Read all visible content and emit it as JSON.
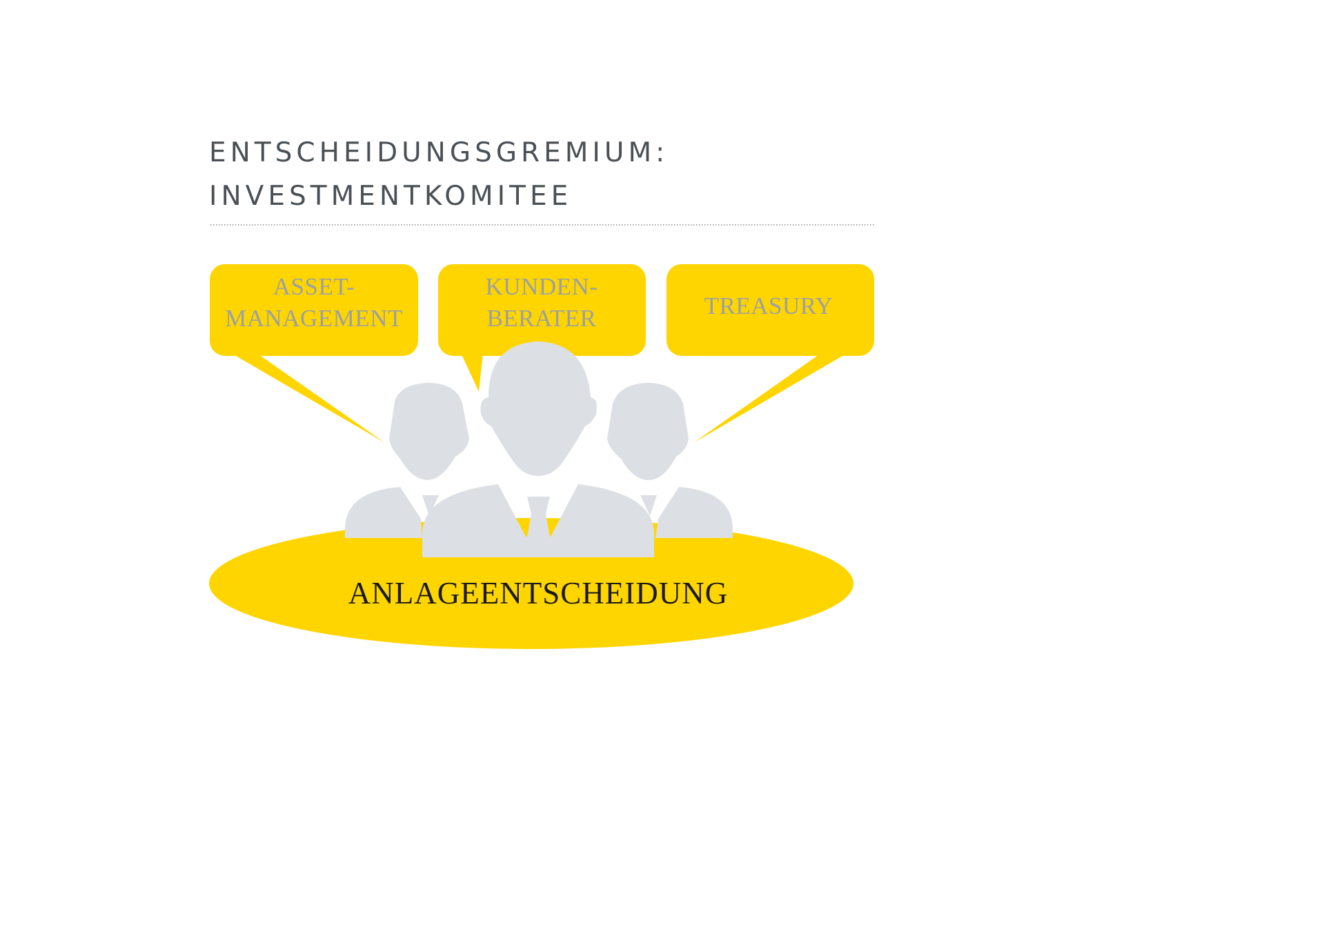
{
  "title": {
    "line1": "ENTSCHEIDUNGSGREMIUM:",
    "line2": "INVESTMENTKOMITEE"
  },
  "bubbles": [
    {
      "line1": "ASSET-",
      "line2": "MANAGEMENT"
    },
    {
      "line1": "KUNDEN-",
      "line2": "BERATER"
    },
    {
      "line1": "TREASURY"
    }
  ],
  "table": {
    "label": "ANLAGEENTSCHEIDUNG"
  },
  "icons": [
    "person-icon",
    "person-icon",
    "person-icon"
  ],
  "colors": {
    "accent": "#FFD500",
    "person": "#DCE0E4",
    "title_text": "#4A5055",
    "bubble_text": "#9AA0A6",
    "table_text": "#1A1A1A",
    "divider": "#8A8A8A"
  }
}
